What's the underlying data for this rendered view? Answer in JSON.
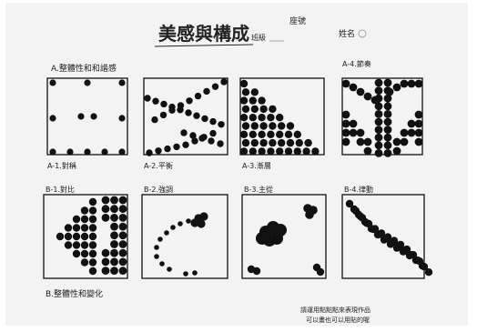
{
  "header": {
    "title": "美感與構成",
    "class_label": "班級",
    "seat_label": "座號",
    "name_label": "姓名"
  },
  "sections": {
    "a": {
      "label": "A.整體性和和諧感"
    },
    "b": {
      "label": "B.整體性和變化"
    }
  },
  "panels": [
    {
      "id": "a1",
      "caption": "A-1.對稱"
    },
    {
      "id": "a2",
      "caption": "A-2.平衡"
    },
    {
      "id": "a3",
      "caption": "A-3.漸層"
    },
    {
      "id": "a4",
      "caption": "A-4.節奏"
    },
    {
      "id": "b1",
      "caption": "B-1.對比"
    },
    {
      "id": "b2",
      "caption": "B-2.強調"
    },
    {
      "id": "b3",
      "caption": "B-3.主從"
    },
    {
      "id": "b4",
      "caption": "B-4.律動"
    }
  ],
  "footer_note": {
    "line1": "請運用點點點來表現作品",
    "line2": "可以畫也可以用貼的喔"
  },
  "colors": {
    "ink": "#111111",
    "paper": "#f3f3f3"
  }
}
